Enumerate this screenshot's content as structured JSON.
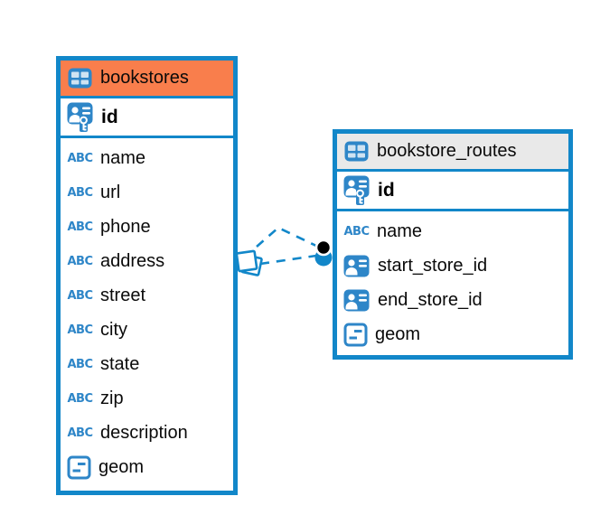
{
  "diagram": {
    "colors": {
      "border_blue": "#1287c9",
      "icon_blue": "#2e86c8",
      "header_orange": "#f97e4c",
      "header_gray": "#e9e9e9",
      "relation_dot_black": "#000000",
      "text": "#0a0a0a"
    },
    "icons": {
      "text_type_glyph": "ABC"
    },
    "tables": [
      {
        "name": "bookstores",
        "header_color": "#f97e4c",
        "pk": {
          "label": "id"
        },
        "columns": [
          {
            "label": "name",
            "type": "text"
          },
          {
            "label": "url",
            "type": "text"
          },
          {
            "label": "phone",
            "type": "text"
          },
          {
            "label": "address",
            "type": "text"
          },
          {
            "label": "street",
            "type": "text"
          },
          {
            "label": "city",
            "type": "text"
          },
          {
            "label": "state",
            "type": "text"
          },
          {
            "label": "zip",
            "type": "text"
          },
          {
            "label": "description",
            "type": "text"
          },
          {
            "label": "geom",
            "type": "geometry"
          }
        ]
      },
      {
        "name": "bookstore_routes",
        "header_color": "#e9e9e9",
        "pk": {
          "label": "id"
        },
        "columns": [
          {
            "label": "name",
            "type": "text"
          },
          {
            "label": "start_store_id",
            "type": "foreign-key"
          },
          {
            "label": "end_store_id",
            "type": "foreign-key"
          },
          {
            "label": "geom",
            "type": "geometry"
          }
        ]
      }
    ],
    "relations": [
      {
        "from": "bookstore_routes.start_store_id",
        "to": "bookstores.id",
        "style": "dashed"
      },
      {
        "from": "bookstore_routes.end_store_id",
        "to": "bookstores.id",
        "style": "dashed"
      }
    ]
  }
}
